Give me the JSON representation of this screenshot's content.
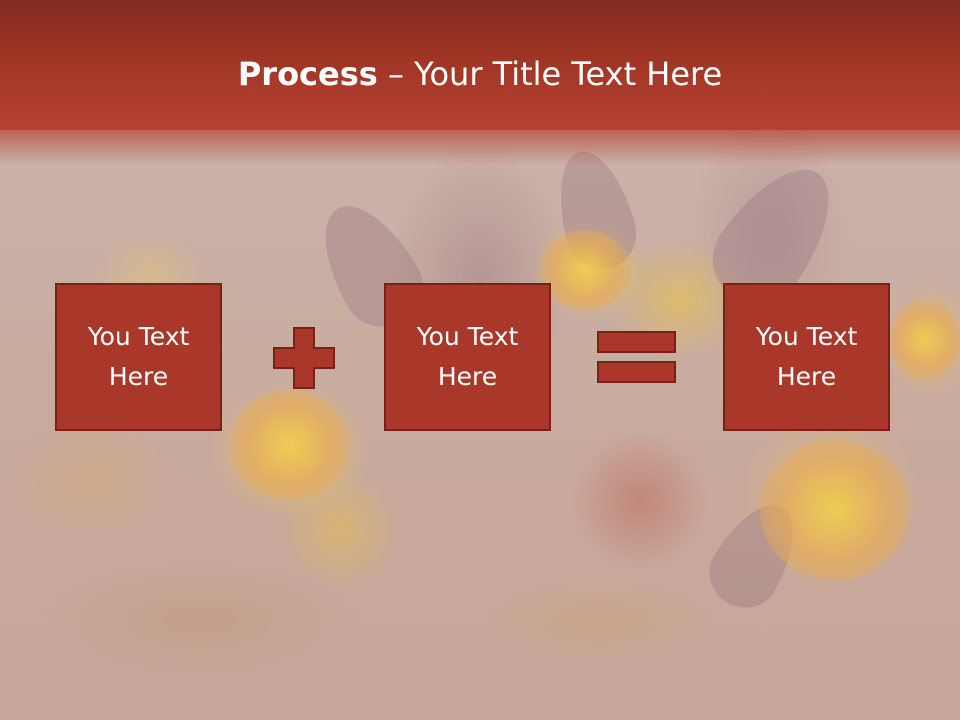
{
  "slide": {
    "title_bold": "Process",
    "title_rest": " – Your Title Text Here",
    "boxes": [
      {
        "text": "You Text\nHere"
      },
      {
        "text": "You Text\nHere"
      },
      {
        "text": "You Text\nHere"
      }
    ],
    "operators": [
      "plus-icon",
      "equals-icon"
    ],
    "colors": {
      "header": "#a03525",
      "box_fill": "#a9382b",
      "box_border": "#7b2016",
      "text": "#ffffff"
    }
  }
}
